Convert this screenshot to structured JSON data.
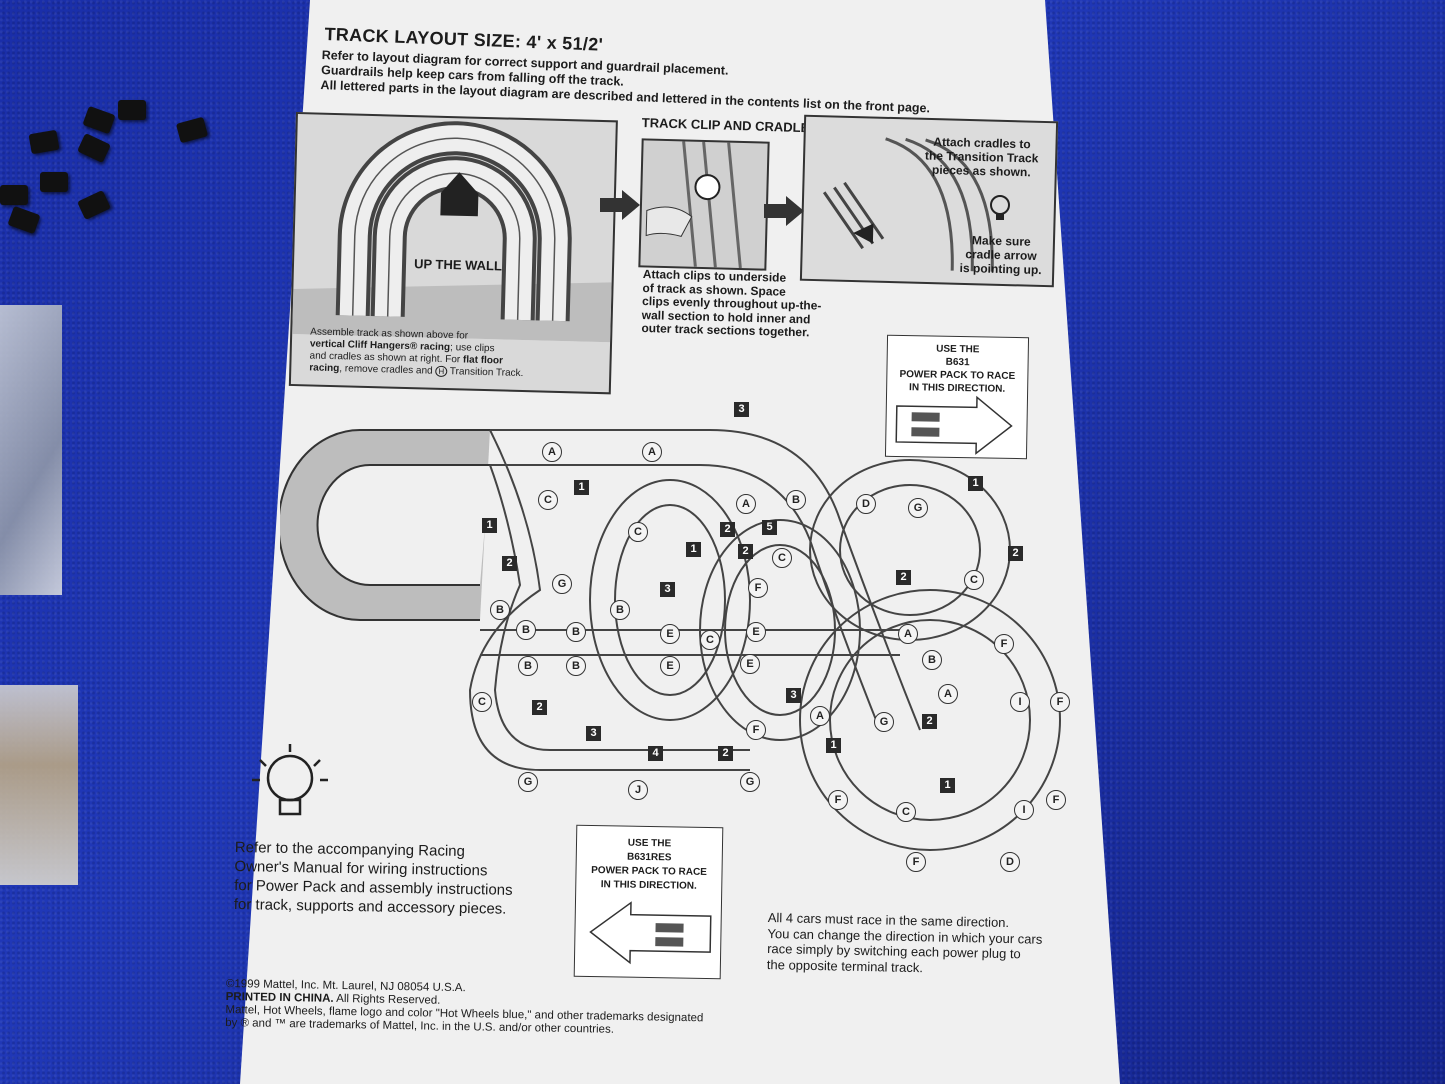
{
  "document": {
    "title": "TRACK LAYOUT SIZE: 4' x 51/2'",
    "intro_lines": [
      "Refer to layout diagram for correct support and guardrail placement.",
      "Guardrails help keep cars from falling off the track.",
      "All lettered parts in the layout diagram are described and lettered in the contents list on the front page."
    ],
    "panel_left": {
      "label": "UP THE WALL",
      "caption_1": "Assemble track as shown above for",
      "caption_2a": "vertical Cliff Hangers",
      "caption_2b": "® racing",
      "caption_2c": "; use clips",
      "caption_3a": "and cradles as shown at right. For ",
      "caption_3b": "flat floor",
      "caption_4a": "racing",
      "caption_4b": ", remove cradles and ",
      "caption_4c": "H",
      "caption_4d": " Transition Track."
    },
    "clip_section": {
      "heading": "TRACK CLIP AND CRADLE ASSEMBLY",
      "clip_caption": [
        "Attach clips to underside",
        "of track as shown. Space",
        "clips evenly throughout up-the-",
        "wall section to hold inner and",
        "outer track sections together."
      ],
      "cradle_caption": [
        "Attach cradles to",
        "the Transition Track",
        "pieces as shown."
      ],
      "tip_caption": [
        "Make sure",
        "cradle arrow",
        "is pointing up."
      ]
    },
    "direction_top": [
      "USE THE",
      "B631",
      "POWER PACK TO RACE",
      "IN THIS DIRECTION."
    ],
    "direction_bottom": [
      "USE THE",
      "B631RES",
      "POWER PACK TO RACE",
      "IN THIS DIRECTION."
    ],
    "manual_note": [
      "Refer to the accompanying Racing",
      "Owner's Manual for wiring instructions",
      "for Power Pack and assembly instructions",
      "for track, supports and accessory pieces."
    ],
    "cars_note": [
      "All 4 cars must race in the same direction.",
      "You can change the direction in which your cars",
      "race simply by switching each power plug to",
      "the opposite terminal track."
    ],
    "footer": {
      "copyright": "©1999 Mattel, Inc. Mt. Laurel, NJ 08054 U.S.A.",
      "printed_bold": "PRINTED IN CHINA.",
      "printed_rest": " All Rights Reserved.",
      "trademark_1": "Mattel, Hot Wheels, flame logo and color \"Hot Wheels blue,\" and other trademarks designated",
      "trademark_2": "by ® and ™ are trademarks of Mattel, Inc. in the U.S. and/or other countries."
    },
    "track_labels": {
      "letters": [
        "A",
        "A",
        "C",
        "G",
        "B",
        "B",
        "B",
        "C",
        "G",
        "J",
        "G",
        "A",
        "B",
        "D",
        "G",
        "C",
        "C",
        "C",
        "B",
        "E",
        "E",
        "C",
        "E",
        "E",
        "A",
        "B",
        "A",
        "A",
        "F",
        "I",
        "F",
        "G",
        "C",
        "I",
        "F",
        "F",
        "D",
        "F",
        "B",
        "B",
        "F",
        "F"
      ],
      "numbers": [
        "3",
        "1",
        "1",
        "2",
        "3",
        "2",
        "1",
        "5",
        "2",
        "2",
        "3",
        "3",
        "2",
        "4",
        "2",
        "1",
        "1",
        "2",
        "1",
        "2"
      ]
    },
    "colors": {
      "paper": "#f0f0f0",
      "ink": "#1c1c1c",
      "panel": "#d9d9d9",
      "carpet": "#1b2fa6"
    }
  }
}
